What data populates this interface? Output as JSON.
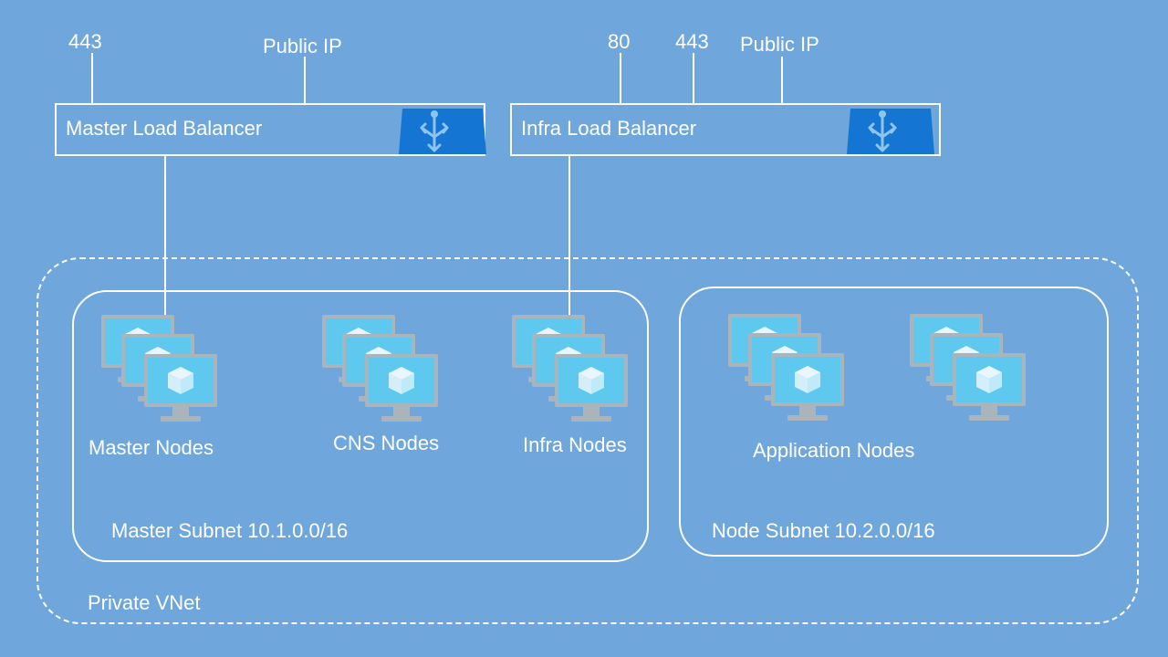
{
  "colors": {
    "background": "#6fa6db",
    "line": "#ffffff",
    "lb_icon_fill": "#1476d2",
    "monitor_frame": "#a9b4bd",
    "monitor_screen": "#5ec8ee",
    "cube": "#e9f6fd"
  },
  "master_lb": {
    "title": "Master Load Balancer",
    "icon": "load-balancer-icon",
    "ports": [
      "443"
    ],
    "public_ip_label": "Public IP"
  },
  "infra_lb": {
    "title": "Infra Load Balancer",
    "icon": "load-balancer-icon",
    "ports": [
      "80",
      "443"
    ],
    "public_ip_label": "Public IP"
  },
  "master_subnet": {
    "label": "Master Subnet  10.1.0.0/16",
    "groups": [
      {
        "label": "Master Nodes",
        "icon": "virtual-machine-icon"
      },
      {
        "label": "CNS Nodes",
        "icon": "virtual-machine-icon"
      },
      {
        "label": "Infra Nodes",
        "icon": "virtual-machine-icon"
      }
    ]
  },
  "node_subnet": {
    "label": "Node Subnet 10.2.0.0/16",
    "groups_label": "Application Nodes",
    "group_count": 2,
    "icon": "virtual-machine-icon"
  },
  "vnet": {
    "label": "Private VNet"
  }
}
